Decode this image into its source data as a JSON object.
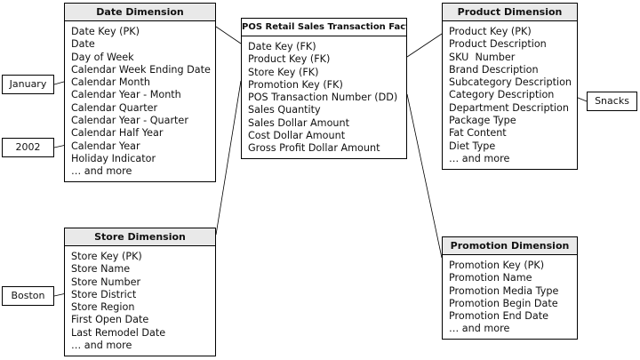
{
  "fact_table": {
    "title": "POS Retail Sales Transaction Fact",
    "fields": [
      "Date Key (FK)",
      "Product Key (FK)",
      "Store Key (FK)",
      "Promotion Key (FK)",
      "POS Transaction Number (DD)",
      "Sales Quantity",
      "Sales Dollar Amount",
      "Cost Dollar Amount",
      "Gross Profit Dollar Amount"
    ]
  },
  "date_dimension": {
    "title": "Date Dimension",
    "fields": [
      "Date Key (PK)",
      "Date",
      "Day of Week",
      "Calendar Week Ending Date",
      "Calendar Month",
      "Calendar Year - Month",
      "Calendar Quarter",
      "Calendar Year - Quarter",
      "Calendar Half Year",
      "Calendar Year",
      "Holiday Indicator",
      "… and more"
    ]
  },
  "product_dimension": {
    "title": "Product Dimension",
    "fields": [
      "Product Key (PK)",
      "Product Description",
      "SKU  Number",
      "Brand Description",
      "Subcategory Description",
      "Category Description",
      "Department Description",
      "Package Type",
      "Fat Content",
      "Diet Type",
      "… and more"
    ]
  },
  "store_dimension": {
    "title": "Store Dimension",
    "fields": [
      "Store Key (PK)",
      "Store Name",
      "Store Number",
      "Store District",
      "Store Region",
      "First Open Date",
      "Last Remodel Date",
      "… and more"
    ]
  },
  "promotion_dimension": {
    "title": "Promotion Dimension",
    "fields": [
      "Promotion Key (PK)",
      "Promotion Name",
      "Promotion Media Type",
      "Promotion Begin Date",
      "Promotion End Date",
      "… and more"
    ]
  },
  "examples": {
    "january": "January",
    "year": "2002",
    "boston": "Boston",
    "snacks": "Snacks"
  }
}
